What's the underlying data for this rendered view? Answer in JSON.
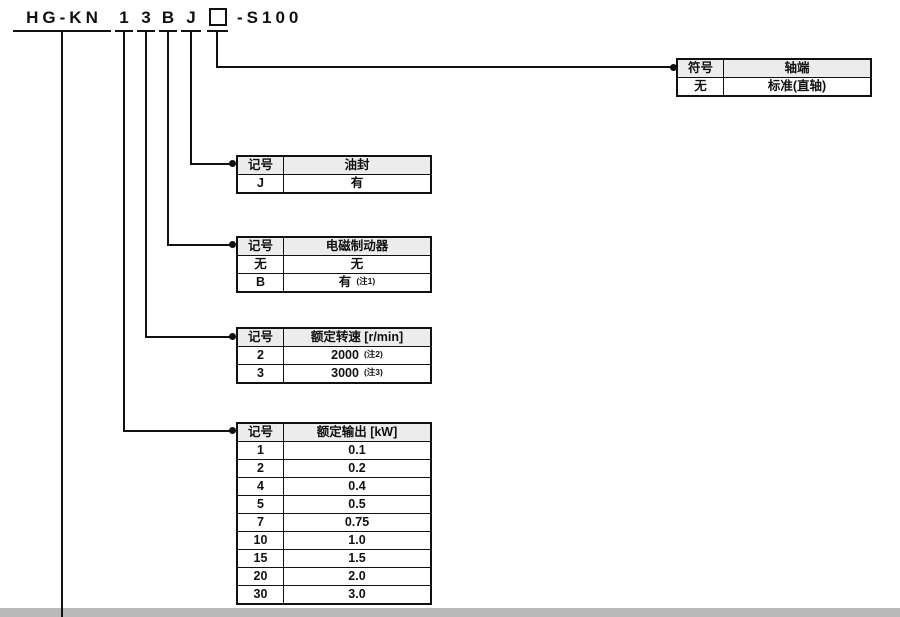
{
  "page": {
    "background_color": "#ffffff",
    "line_color": "#111111",
    "table_header_bg": "#ececec",
    "bottom_bar_color": "#b9b9b9"
  },
  "model_title": {
    "series": "HG-KN",
    "output_code": "1",
    "speed_code": "3",
    "brake_code": "B",
    "oil_seal_code": "J",
    "shaft_placeholder": "blank-square",
    "suffix": "-S100"
  },
  "tables": [
    {
      "id": "shaft_end",
      "col1_header": "符号",
      "col2_header": "轴端",
      "rows": [
        {
          "code": "无",
          "value": "标准(直轴)",
          "note": ""
        }
      ]
    },
    {
      "id": "oil_seal",
      "col1_header": "记号",
      "col2_header": "油封",
      "rows": [
        {
          "code": "J",
          "value": "有",
          "note": ""
        }
      ]
    },
    {
      "id": "electromagnetic_brake",
      "col1_header": "记号",
      "col2_header": "电磁制动器",
      "rows": [
        {
          "code": "无",
          "value": "无",
          "note": ""
        },
        {
          "code": "B",
          "value": "有",
          "note": "(注1)"
        }
      ]
    },
    {
      "id": "rated_speed",
      "col1_header": "记号",
      "col2_header": "额定转速 [r/min]",
      "rows": [
        {
          "code": "2",
          "value": "2000",
          "note": "(注2)"
        },
        {
          "code": "3",
          "value": "3000",
          "note": "(注3)"
        }
      ]
    },
    {
      "id": "rated_output",
      "col1_header": "记号",
      "col2_header": "额定输出 [kW]",
      "rows": [
        {
          "code": "1",
          "value": "0.1",
          "note": ""
        },
        {
          "code": "2",
          "value": "0.2",
          "note": ""
        },
        {
          "code": "4",
          "value": "0.4",
          "note": ""
        },
        {
          "code": "5",
          "value": "0.5",
          "note": ""
        },
        {
          "code": "7",
          "value": "0.75",
          "note": ""
        },
        {
          "code": "10",
          "value": "1.0",
          "note": ""
        },
        {
          "code": "15",
          "value": "1.5",
          "note": ""
        },
        {
          "code": "20",
          "value": "2.0",
          "note": ""
        },
        {
          "code": "30",
          "value": "3.0",
          "note": ""
        }
      ]
    }
  ]
}
